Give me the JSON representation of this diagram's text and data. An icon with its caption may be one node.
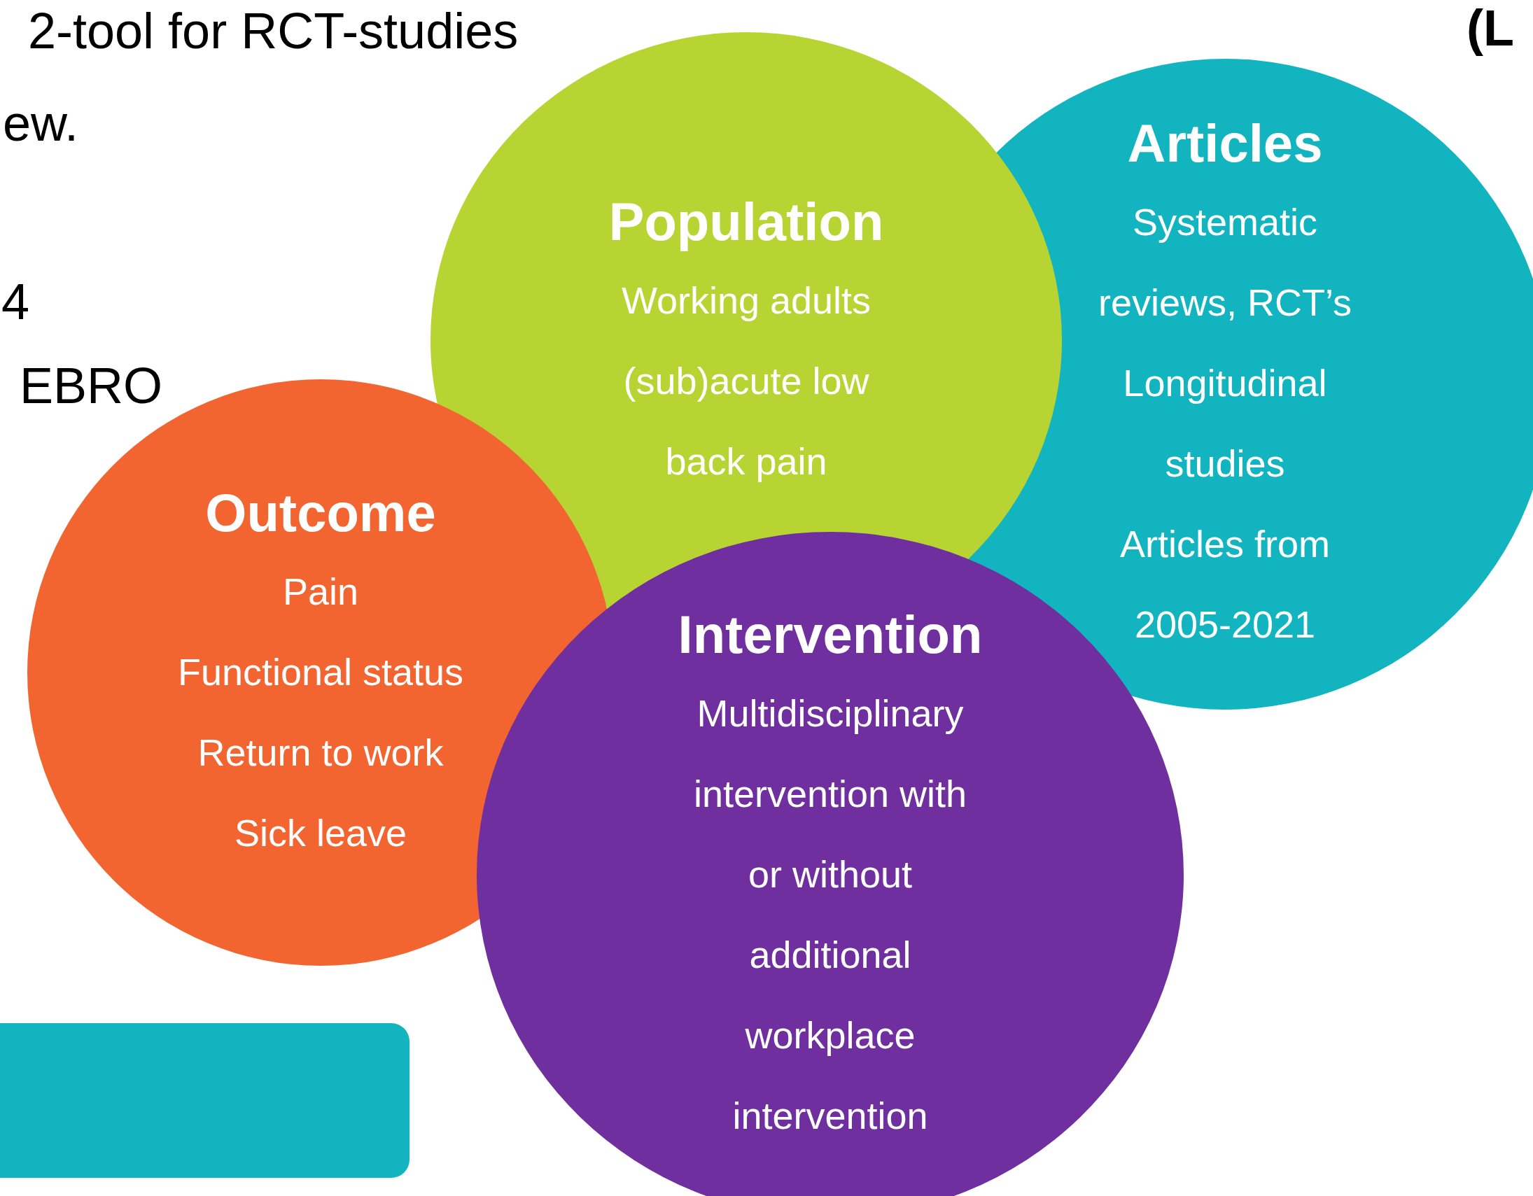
{
  "diagram": {
    "nodes": [
      {
        "text": [
          "Articles",
          "Systematic reviews, RCT’s",
          "Longitudinal studies",
          "Articles from 2005-2021"
        ]
      },
      {
        "text": [
          "Population",
          "Working adults (sub)acute low back pain"
        ]
      },
      {
        "text": [
          "Outcome",
          "Pain",
          "Functional status Return to work Sick leave"
        ]
      },
      {
        "text": [
          "Intervention",
          "Multidisciplinary intervention with or without additional workplace intervention"
        ]
      }
    ],
    "labels": [
      "2-tool for RCT-studies",
      "ew.",
      "4",
      "EBRO",
      "(L"
    ]
  }
}
